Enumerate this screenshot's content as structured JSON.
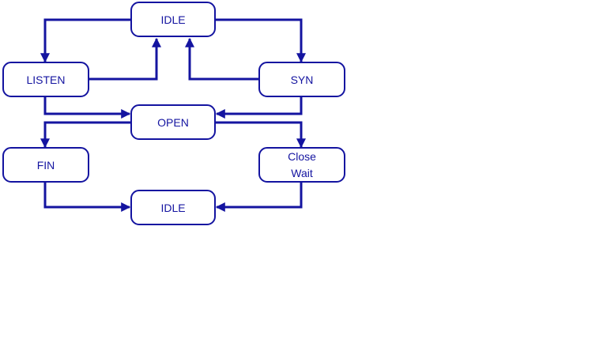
{
  "diagram": {
    "color": "#1414a0",
    "nodes": {
      "idle_top": {
        "label": "IDLE"
      },
      "listen": {
        "label": "LISTEN"
      },
      "syn": {
        "label": "SYN"
      },
      "open": {
        "label": "OPEN"
      },
      "fin": {
        "label": "FIN"
      },
      "close_wait": {
        "line1": "Close",
        "line2": "Wait"
      },
      "idle_bottom": {
        "label": "IDLE"
      }
    },
    "edges": [
      {
        "from": "idle_top",
        "to": "listen"
      },
      {
        "from": "idle_top",
        "to": "syn"
      },
      {
        "from": "listen",
        "to": "idle_top"
      },
      {
        "from": "syn",
        "to": "idle_top"
      },
      {
        "from": "listen",
        "to": "open"
      },
      {
        "from": "syn",
        "to": "open"
      },
      {
        "from": "open",
        "to": "fin"
      },
      {
        "from": "open",
        "to": "close_wait"
      },
      {
        "from": "fin",
        "to": "idle_bottom"
      },
      {
        "from": "close_wait",
        "to": "idle_bottom"
      }
    ]
  }
}
